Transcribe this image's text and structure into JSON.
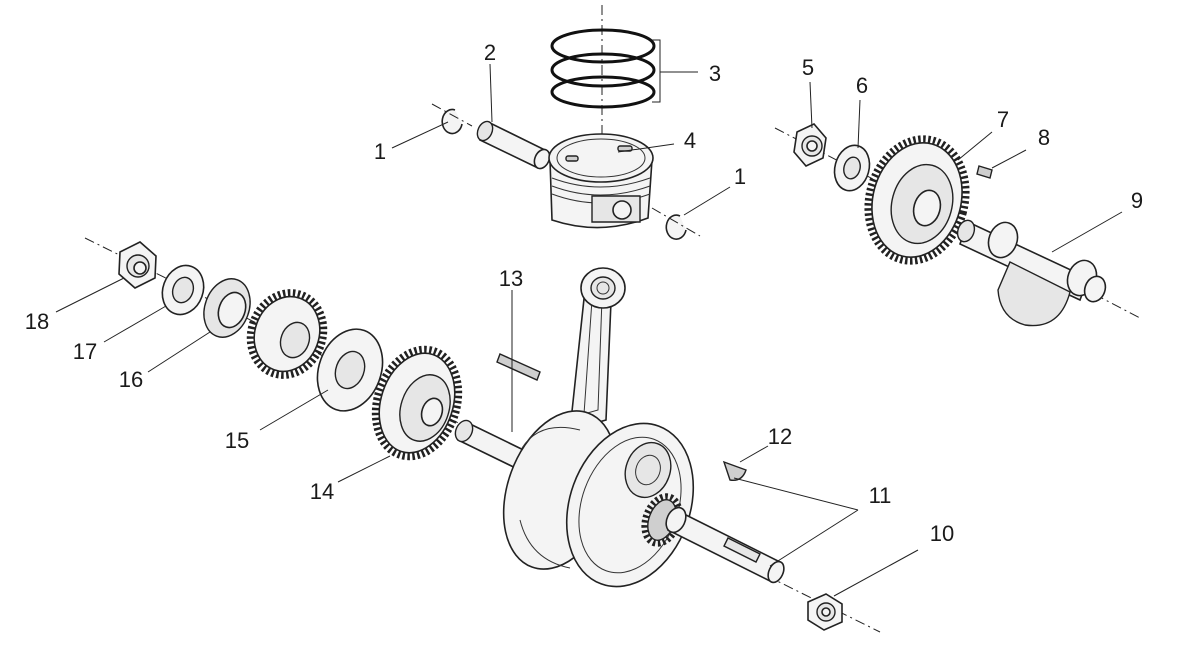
{
  "diagram": {
    "callouts": [
      {
        "label": "1"
      },
      {
        "label": "2"
      },
      {
        "label": "3"
      },
      {
        "label": "4"
      },
      {
        "label": "1"
      },
      {
        "label": "5"
      },
      {
        "label": "6"
      },
      {
        "label": "7"
      },
      {
        "label": "8"
      },
      {
        "label": "9"
      },
      {
        "label": "10"
      },
      {
        "label": "11"
      },
      {
        "label": "12"
      },
      {
        "label": "13"
      },
      {
        "label": "14"
      },
      {
        "label": "15"
      },
      {
        "label": "16"
      },
      {
        "label": "17"
      },
      {
        "label": "18"
      }
    ]
  }
}
